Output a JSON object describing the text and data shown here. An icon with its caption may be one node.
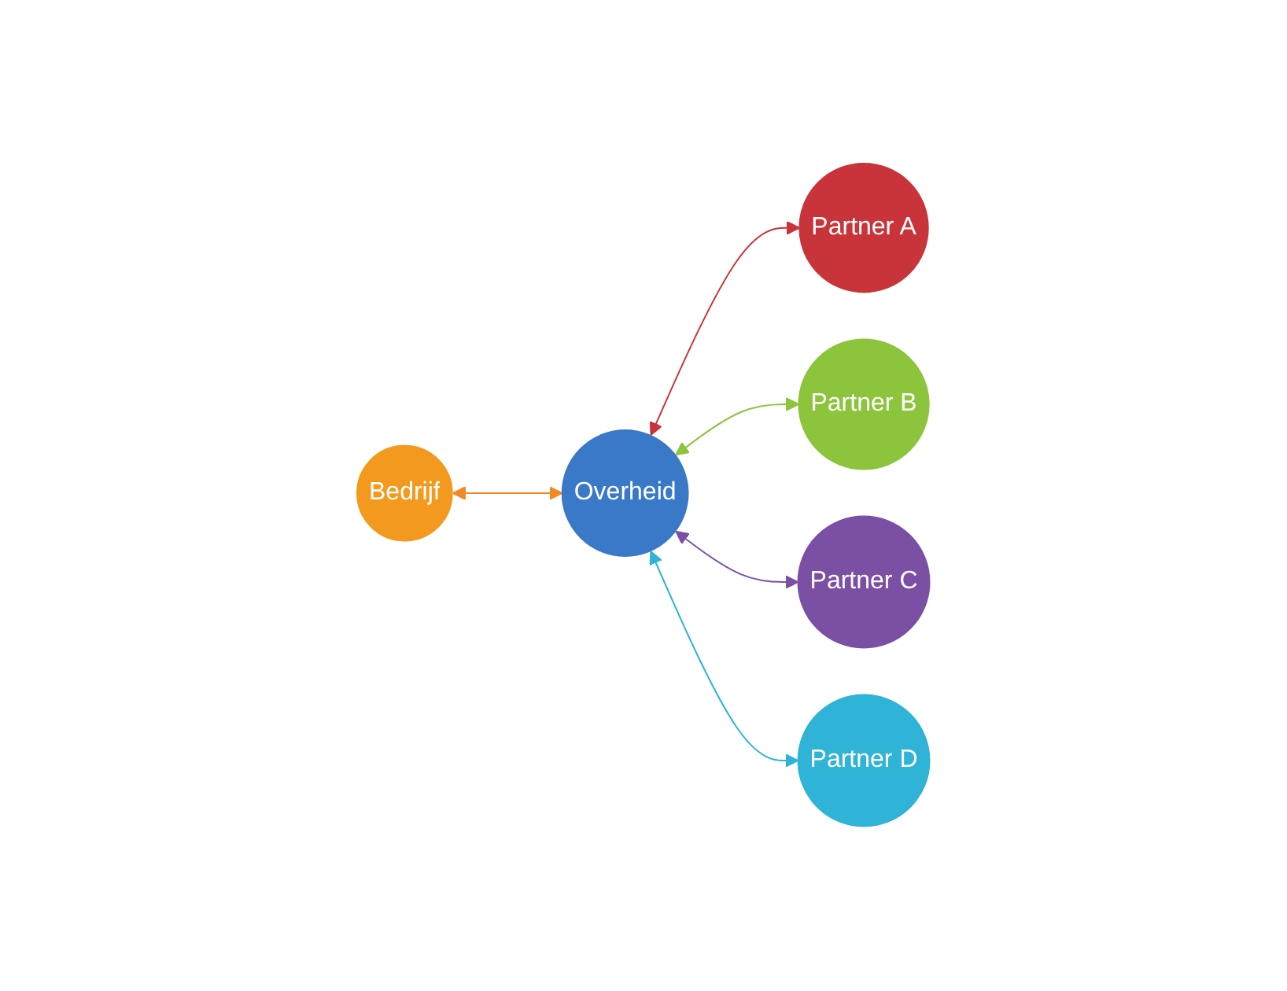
{
  "diagram": {
    "nodes": [
      {
        "text": [
          "Bedrijf"
        ]
      },
      {
        "text": [
          "Overheid"
        ]
      },
      {
        "text": [
          "Partner A"
        ]
      },
      {
        "text": [
          "Partner B"
        ]
      },
      {
        "text": [
          "Partner C"
        ]
      },
      {
        "text": [
          "Partner D"
        ]
      }
    ],
    "edges": [
      {
        "from": 0,
        "to": 1,
        "arrow": "both",
        "color": "#f08a24"
      },
      {
        "from": 1,
        "to": 2,
        "arrow": "both",
        "color": "#c9343a"
      },
      {
        "from": 1,
        "to": 3,
        "arrow": "both",
        "color": "#8cc43c"
      },
      {
        "from": 1,
        "to": 4,
        "arrow": "both",
        "color": "#7b4fa3"
      },
      {
        "from": 1,
        "to": 5,
        "arrow": "both",
        "color": "#2fb3d6"
      }
    ]
  }
}
